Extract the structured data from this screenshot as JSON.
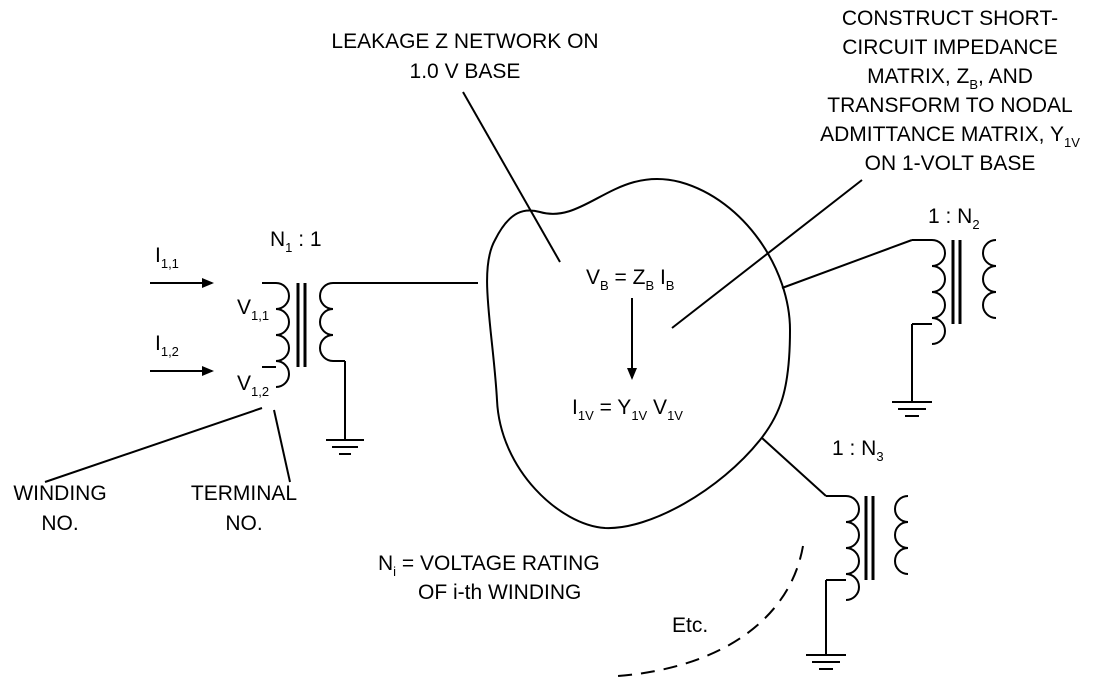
{
  "annotations": {
    "leakage_line1": "LEAKAGE Z NETWORK ON",
    "leakage_line2": "1.0 V BASE",
    "construct_line1": "CONSTRUCT SHORT-",
    "construct_line2": "CIRCUIT IMPEDANCE",
    "construct_line3_a": "MATRIX, Z",
    "construct_line3_sub": "B",
    "construct_line3_b": ", AND",
    "construct_line4": "TRANSFORM TO NODAL",
    "construct_line5_a": "ADMITTANCE MATRIX, Y",
    "construct_line5_sub": "1V",
    "construct_line6": "ON 1-VOLT BASE",
    "winding_line1": "WINDING",
    "winding_line2": "NO.",
    "terminal_line1": "TERMINAL",
    "terminal_line2": "NO.",
    "rating_n": "N",
    "rating_sub": "i",
    "rating_line1_rest": " = VOLTAGE RATING",
    "rating_line2": "OF i-th WINDING",
    "etc": "Etc."
  },
  "equations": {
    "vb_v": "V",
    "vb_v_sub": "B",
    "vb_eq": " = Z",
    "vb_z_sub": "B",
    "vb_i": " I",
    "vb_i_sub": "B",
    "i1v_i": "I",
    "i1v_i_sub": "1V",
    "i1v_eq": " = Y",
    "i1v_y_sub": "1V",
    "i1v_v": " V",
    "i1v_v_sub": "1V"
  },
  "ratios": {
    "n1_n": "N",
    "n1_sub": "1",
    "n1_rest": " : 1",
    "n2_pre": "1 : N",
    "n2_sub": "2",
    "n3_pre": "1 : N",
    "n3_sub": "3"
  },
  "labels": {
    "i11": "I",
    "i11_sub": "1,1",
    "i12": "I",
    "i12_sub": "1,2",
    "v11": "V",
    "v11_sub": "1,1",
    "v12": "V",
    "v12_sub": "1,2"
  }
}
